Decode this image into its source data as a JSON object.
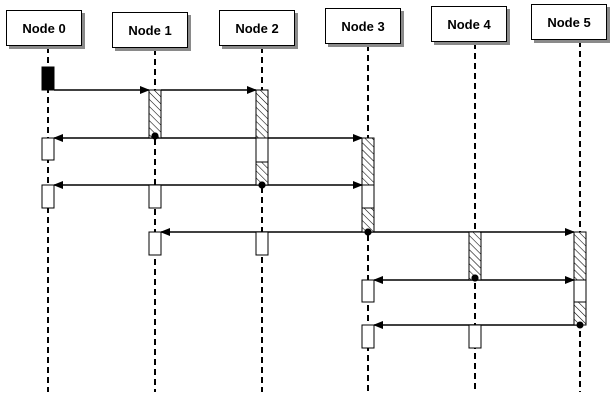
{
  "nodes": [
    {
      "label": "Node 0"
    },
    {
      "label": "Node 1"
    },
    {
      "label": "Node 2"
    },
    {
      "label": "Node 3"
    },
    {
      "label": "Node 4"
    },
    {
      "label": "Node 5"
    }
  ],
  "colors": {
    "line": "#000000",
    "shadow": "#8a8a8a",
    "box_fill": "#ffffff"
  },
  "activations": [
    {
      "node": 0,
      "style": "solid"
    },
    {
      "node": 1,
      "style": "hatched"
    },
    {
      "node": 2,
      "style": "hatched"
    },
    {
      "node": 0,
      "style": "hollow"
    },
    {
      "node": 2,
      "style": "hollow"
    },
    {
      "node": 3,
      "style": "hatched"
    },
    {
      "node": 2,
      "style": "hatched"
    },
    {
      "node": 0,
      "style": "hollow"
    },
    {
      "node": 1,
      "style": "hollow"
    },
    {
      "node": 3,
      "style": "hollow"
    },
    {
      "node": 3,
      "style": "hatched"
    },
    {
      "node": 1,
      "style": "hollow"
    },
    {
      "node": 2,
      "style": "hollow"
    },
    {
      "node": 4,
      "style": "hatched"
    },
    {
      "node": 5,
      "style": "hatched"
    },
    {
      "node": 3,
      "style": "hollow"
    },
    {
      "node": 5,
      "style": "hollow"
    },
    {
      "node": 5,
      "style": "hatched"
    },
    {
      "node": 3,
      "style": "hollow"
    },
    {
      "node": 4,
      "style": "hollow"
    }
  ],
  "messages": [
    {
      "from": 0,
      "to": 1,
      "dot": false
    },
    {
      "from": 1,
      "to": 2,
      "dot": false
    },
    {
      "from": 1,
      "to": 0,
      "dot": true
    },
    {
      "from": 1,
      "to": 3,
      "dot": true
    },
    {
      "from": 2,
      "to": 0,
      "dot": true
    },
    {
      "from": 2,
      "to": 3,
      "dot": true
    },
    {
      "from": 3,
      "to": 1,
      "dot": true
    },
    {
      "from": 3,
      "to": 5,
      "dot": true
    },
    {
      "from": 4,
      "to": 3,
      "dot": true
    },
    {
      "from": 4,
      "to": 5,
      "dot": true
    },
    {
      "from": 5,
      "to": 3,
      "dot": true
    }
  ]
}
